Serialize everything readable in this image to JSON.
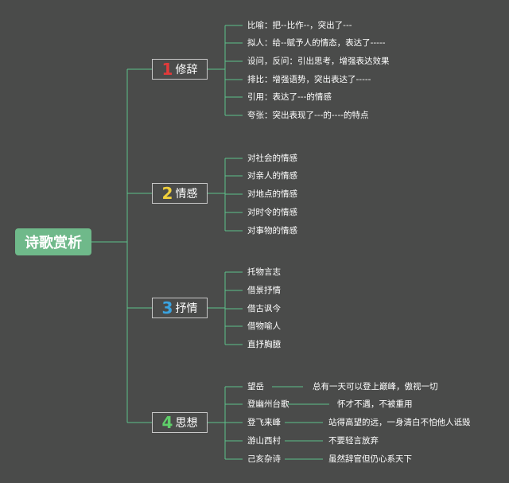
{
  "root": {
    "label": "诗歌赏析"
  },
  "branches": [
    {
      "number": "1",
      "label": "修辞",
      "color": "#e23a3a",
      "items": [
        "比喻：把--比作--，突出了---",
        "拟人：给--赋予人的情态，表达了-----",
        "设问，反问：引出思考，增强表达效果",
        "排比：增强语势，突出表达了-----",
        "引用：表达了---的情感",
        "夸张：突出表现了---的----的特点"
      ]
    },
    {
      "number": "2",
      "label": "情感",
      "color": "#f0cf3a",
      "items": [
        "对社会的情感",
        "对亲人的情感",
        "对地点的情感",
        "对时令的情感",
        "对事物的情感"
      ]
    },
    {
      "number": "3",
      "label": "抒情",
      "color": "#3aa3e0",
      "items": [
        "托物言志",
        "借景抒情",
        "借古讽今",
        "借物喻人",
        "直抒胸臆"
      ]
    },
    {
      "number": "4",
      "label": "思想",
      "color": "#5fcf6a",
      "items": [
        {
          "title": "望岳",
          "desc": "总有一天可以登上巅峰，傲视一切"
        },
        {
          "title": "登幽州台歌",
          "desc": "怀才不遇，不被重用"
        },
        {
          "title": "登飞来峰",
          "desc": "站得高望的远，一身清白不怕他人诋毁"
        },
        {
          "title": "游山西村",
          "desc": "不要轻言放弃"
        },
        {
          "title": "己亥杂诗",
          "desc": "虽然辞官但仍心系天下"
        }
      ]
    }
  ],
  "style": {
    "line_color": "#5cc28a",
    "background": "#4a4b4a"
  }
}
